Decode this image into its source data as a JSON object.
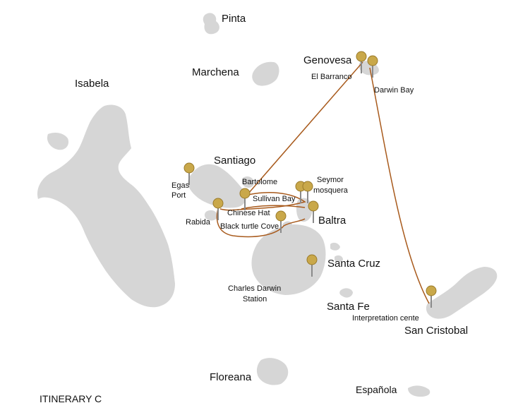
{
  "islands": {
    "pinta": "Pinta",
    "genovesa": "Genovesa",
    "marchena": "Marchena",
    "isabela": "Isabela",
    "santiago": "Santiago",
    "baltra": "Baltra",
    "santa_cruz": "Santa Cruz",
    "santa_fe": "Santa Fe",
    "san_cristobal": "San Cristobal",
    "floreana": "Floreana",
    "espanola": "Española"
  },
  "sites": {
    "el_barranco": "El Barranco",
    "darwin_bay": "Darwin Bay",
    "egas_port_line1": "Egas",
    "egas_port_line2": "Port",
    "bartolome": "Bartolome",
    "seymor_line1": "Seymor",
    "seymor_line2": "mosquera",
    "sullivan_bay": "Sullivan Bay",
    "chinese_hat": "Chinese Hat",
    "rabida": "Rabida",
    "black_turtle_cove": "Black turtle Cove",
    "charles_darwin_line1": "Charles Darwin",
    "charles_darwin_line2": "Station",
    "interpretation_center": "Interpretation cente"
  },
  "itinerary_label": "ITINERARY C",
  "colors": {
    "island": "#d6d6d6",
    "route": "#a85a1c",
    "pin_head": "#c9a84a",
    "pin_stem": "#8a8a8a"
  },
  "icons": {
    "site_marker": "map-pin-icon"
  }
}
